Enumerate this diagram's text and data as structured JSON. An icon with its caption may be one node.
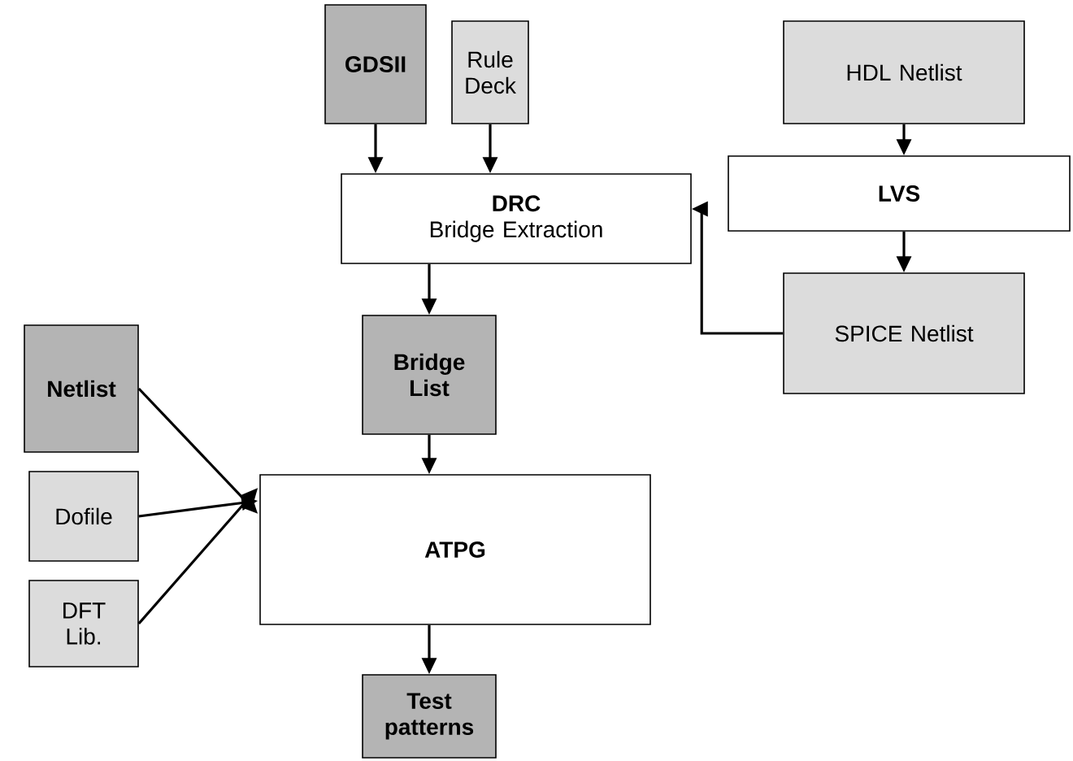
{
  "diagram": {
    "nodes": [
      {
        "text": [
          "GDSII"
        ]
      },
      {
        "text": [
          "Rule Deck"
        ]
      },
      {
        "text": [
          "HDL Netlist"
        ]
      },
      {
        "text": [
          "DRC",
          "Bridge Extraction"
        ]
      },
      {
        "text": [
          "LVS"
        ]
      },
      {
        "text": [
          "SPICE Netlist"
        ]
      },
      {
        "text": [
          "Bridge List"
        ]
      },
      {
        "text": [
          "Netlist"
        ]
      },
      {
        "text": [
          "Dofile"
        ]
      },
      {
        "text": [
          "ATPG"
        ]
      },
      {
        "text": [
          "DFT Lib."
        ]
      },
      {
        "text": [
          "Test patterns"
        ]
      }
    ],
    "edges": [
      {
        "from": 0,
        "to": 3,
        "arrow": "to"
      },
      {
        "from": 1,
        "to": 3,
        "arrow": "to"
      },
      {
        "from": 2,
        "to": 4,
        "arrow": "to"
      },
      {
        "from": 4,
        "to": 5,
        "arrow": "to"
      },
      {
        "from": 5,
        "to": 3,
        "arrow": "to"
      },
      {
        "from": 3,
        "to": 6,
        "arrow": "to"
      },
      {
        "from": 7,
        "to": 9,
        "arrow": "to"
      },
      {
        "from": 8,
        "to": 9,
        "arrow": "to"
      },
      {
        "from": 10,
        "to": 9,
        "arrow": "to"
      },
      {
        "from": 6,
        "to": 9,
        "arrow": "to"
      },
      {
        "from": 9,
        "to": 11,
        "arrow": "to"
      }
    ]
  }
}
